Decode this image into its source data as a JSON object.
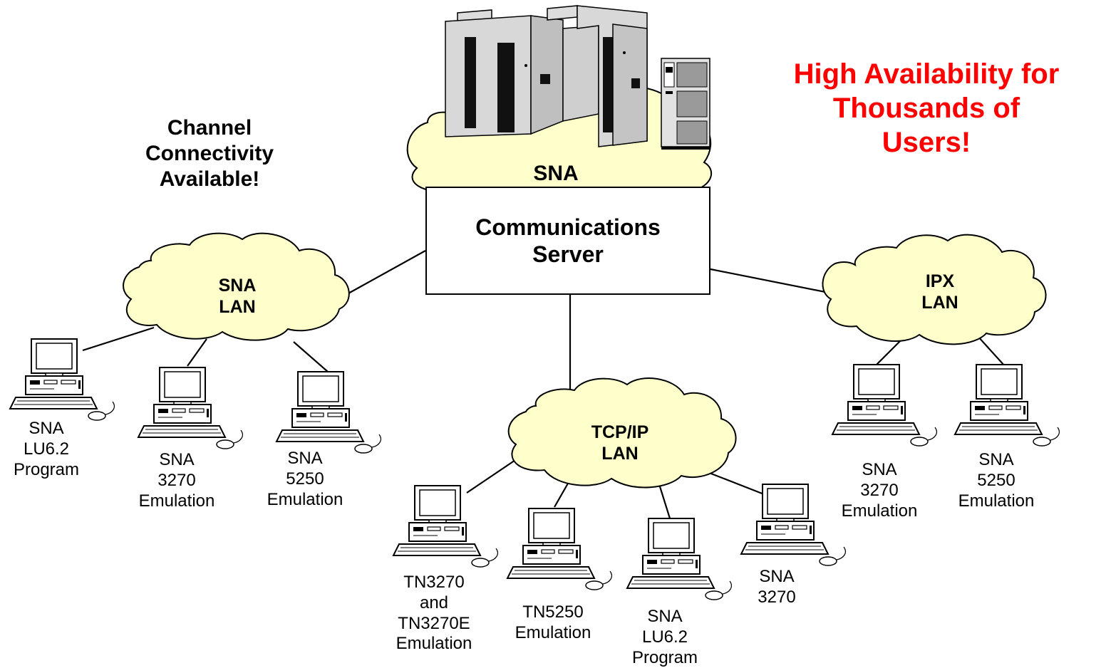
{
  "callouts": {
    "channel": "Channel\nConnectivity\nAvailable!",
    "availability": "High Availability for\nThousands of\nUsers!"
  },
  "networks": {
    "host": "SNA",
    "sna_lan": "SNA\nLAN",
    "tcpip_lan": "TCP/IP\nLAN",
    "ipx_lan": "IPX\nLAN"
  },
  "server": {
    "label": "Communications\nServer"
  },
  "clients": {
    "sna_lan": [
      "SNA\nLU6.2\nProgram",
      "SNA\n3270\nEmulation",
      "SNA\n5250\nEmulation"
    ],
    "tcpip_lan": [
      "TN3270\nand\nTN3270E\nEmulation",
      "TN5250\nEmulation",
      "SNA\nLU6.2\nProgram",
      "SNA\n3270"
    ],
    "ipx_lan": [
      "SNA\n3270\nEmulation",
      "SNA\n5250\nEmulation"
    ]
  },
  "colors": {
    "cloud_fill": "#ffffcc",
    "callout_red": "#ff0000"
  }
}
